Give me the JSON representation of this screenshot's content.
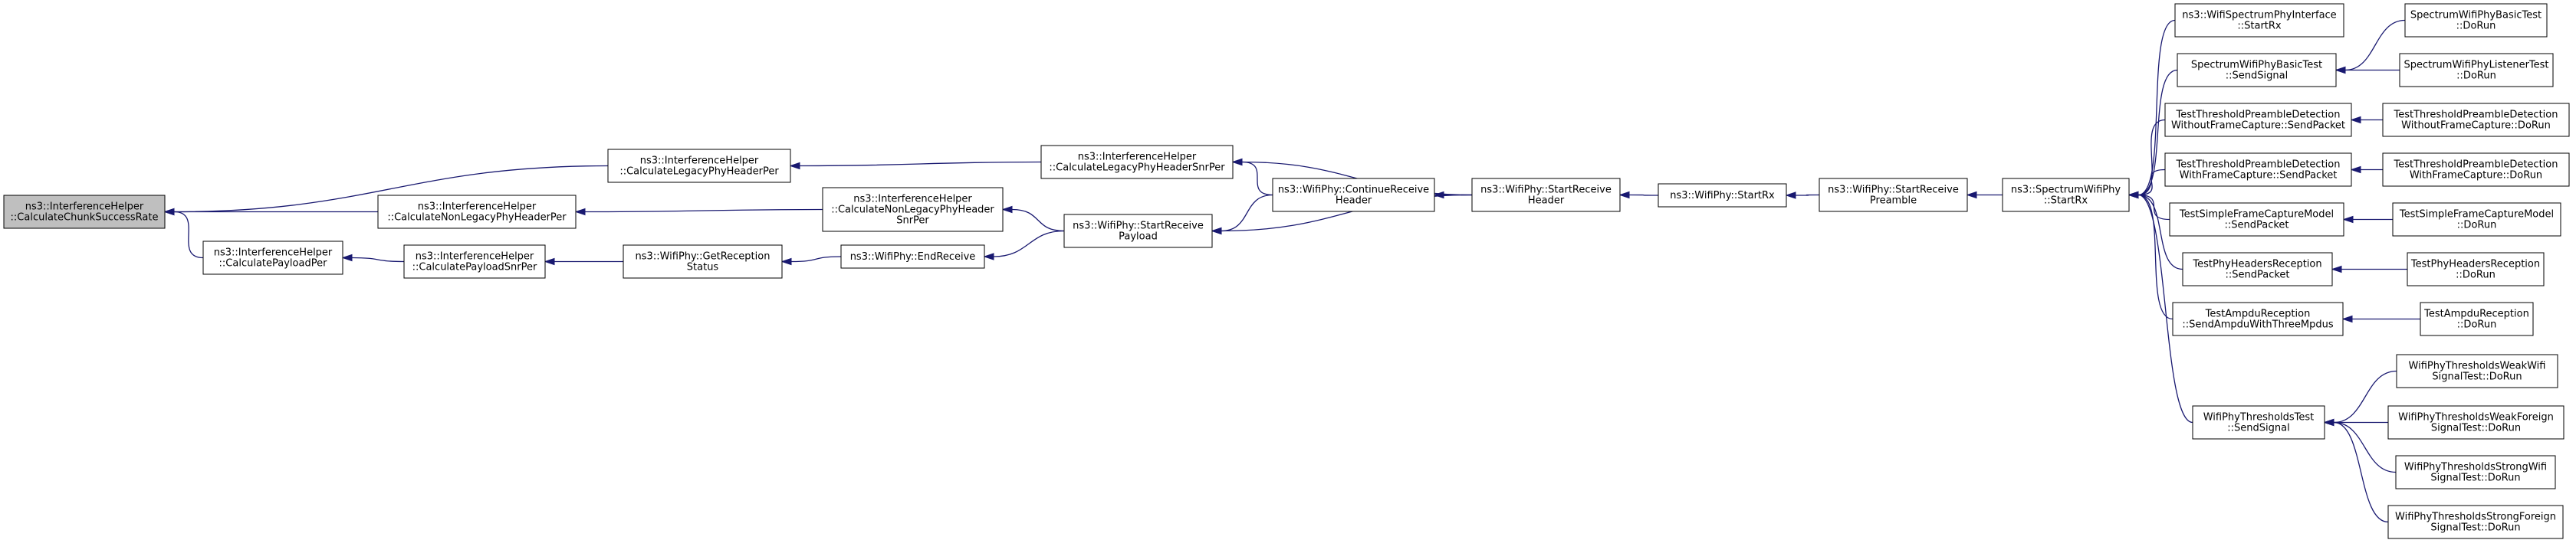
{
  "colors": {
    "node_fill": "#ffffff",
    "root_fill": "#bfbfbf",
    "edge": "#191970",
    "border": "#000000"
  },
  "nodes": [
    {
      "id": "n0",
      "lines": [
        "ns3::InterferenceHelper",
        "::CalculateChunkSuccessRate"
      ],
      "root": true
    },
    {
      "id": "n1",
      "lines": [
        "ns3::InterferenceHelper",
        "::CalculateLegacyPhyHeaderPer"
      ]
    },
    {
      "id": "n2",
      "lines": [
        "ns3::InterferenceHelper",
        "::CalculateNonLegacyPhyHeaderPer"
      ]
    },
    {
      "id": "n3",
      "lines": [
        "ns3::InterferenceHelper",
        "::CalculatePayloadPer"
      ]
    },
    {
      "id": "n4",
      "lines": [
        "ns3::InterferenceHelper",
        "::CalculatePayloadSnrPer"
      ]
    },
    {
      "id": "n5",
      "lines": [
        "ns3::WifiPhy::GetReception",
        "Status"
      ]
    },
    {
      "id": "n6",
      "lines": [
        "ns3::InterferenceHelper",
        "::CalculateNonLegacyPhyHeader",
        "SnrPer"
      ]
    },
    {
      "id": "n7",
      "lines": [
        "ns3::WifiPhy::EndReceive"
      ]
    },
    {
      "id": "n8",
      "lines": [
        "ns3::InterferenceHelper",
        "::CalculateLegacyPhyHeaderSnrPer"
      ]
    },
    {
      "id": "n9",
      "lines": [
        "ns3::WifiPhy::StartReceive",
        "Payload"
      ]
    },
    {
      "id": "n10",
      "lines": [
        "ns3::WifiPhy::ContinueReceive",
        "Header"
      ]
    },
    {
      "id": "n11",
      "lines": [
        "ns3::WifiPhy::StartReceive",
        "Header"
      ]
    },
    {
      "id": "n12",
      "lines": [
        "ns3::WifiPhy::StartRx"
      ]
    },
    {
      "id": "n13",
      "lines": [
        "ns3::WifiPhy::StartReceive",
        "Preamble"
      ]
    },
    {
      "id": "n14",
      "lines": [
        "ns3::SpectrumWifiPhy",
        "::StartRx"
      ]
    },
    {
      "id": "n15",
      "lines": [
        "ns3::WifiSpectrumPhyInterface",
        "::StartRx"
      ]
    },
    {
      "id": "n16",
      "lines": [
        "SpectrumWifiPhyBasicTest",
        "::SendSignal"
      ]
    },
    {
      "id": "n17",
      "lines": [
        "TestThresholdPreambleDetection",
        "WithoutFrameCapture::SendPacket"
      ]
    },
    {
      "id": "n18",
      "lines": [
        "TestThresholdPreambleDetection",
        "WithFrameCapture::SendPacket"
      ]
    },
    {
      "id": "n19",
      "lines": [
        "TestSimpleFrameCaptureModel",
        "::SendPacket"
      ]
    },
    {
      "id": "n20",
      "lines": [
        "TestPhyHeadersReception",
        "::SendPacket"
      ]
    },
    {
      "id": "n21",
      "lines": [
        "TestAmpduReception",
        "::SendAmpduWithThreeMpdus"
      ]
    },
    {
      "id": "n22",
      "lines": [
        "WifiPhyThresholdsTest",
        "::SendSignal"
      ]
    },
    {
      "id": "n23",
      "lines": [
        "SpectrumWifiPhyBasicTest",
        "::DoRun"
      ]
    },
    {
      "id": "n24",
      "lines": [
        "SpectrumWifiPhyListenerTest",
        "::DoRun"
      ]
    },
    {
      "id": "n25",
      "lines": [
        "TestThresholdPreambleDetection",
        "WithoutFrameCapture::DoRun"
      ]
    },
    {
      "id": "n26",
      "lines": [
        "TestThresholdPreambleDetection",
        "WithFrameCapture::DoRun"
      ]
    },
    {
      "id": "n27",
      "lines": [
        "TestSimpleFrameCaptureModel",
        "::DoRun"
      ]
    },
    {
      "id": "n28",
      "lines": [
        "TestPhyHeadersReception",
        "::DoRun"
      ]
    },
    {
      "id": "n29",
      "lines": [
        "TestAmpduReception",
        "::DoRun"
      ]
    },
    {
      "id": "n30",
      "lines": [
        "WifiPhyThresholdsWeakWifi",
        "SignalTest::DoRun"
      ]
    },
    {
      "id": "n31",
      "lines": [
        "WifiPhyThresholdsWeakForeign",
        "SignalTest::DoRun"
      ]
    },
    {
      "id": "n32",
      "lines": [
        "WifiPhyThresholdsStrongWifi",
        "SignalTest::DoRun"
      ]
    },
    {
      "id": "n33",
      "lines": [
        "WifiPhyThresholdsStrongForeign",
        "SignalTest::DoRun"
      ]
    }
  ],
  "edges": [
    [
      "n1",
      "n0"
    ],
    [
      "n2",
      "n0"
    ],
    [
      "n3",
      "n0"
    ],
    [
      "n8",
      "n1"
    ],
    [
      "n6",
      "n2"
    ],
    [
      "n4",
      "n3"
    ],
    [
      "n5",
      "n4"
    ],
    [
      "n7",
      "n5"
    ],
    [
      "n9",
      "n7"
    ],
    [
      "n9",
      "n6"
    ],
    [
      "n11",
      "n8"
    ],
    [
      "n10",
      "n8"
    ],
    [
      "n10",
      "n9"
    ],
    [
      "n11",
      "n9"
    ],
    [
      "n11",
      "n10"
    ],
    [
      "n12",
      "n11"
    ],
    [
      "n13",
      "n12"
    ],
    [
      "n14",
      "n13"
    ],
    [
      "n15",
      "n14"
    ],
    [
      "n16",
      "n14"
    ],
    [
      "n17",
      "n14"
    ],
    [
      "n18",
      "n14"
    ],
    [
      "n19",
      "n14"
    ],
    [
      "n20",
      "n14"
    ],
    [
      "n21",
      "n14"
    ],
    [
      "n22",
      "n14"
    ],
    [
      "n23",
      "n16"
    ],
    [
      "n24",
      "n16"
    ],
    [
      "n25",
      "n17"
    ],
    [
      "n26",
      "n18"
    ],
    [
      "n27",
      "n19"
    ],
    [
      "n28",
      "n20"
    ],
    [
      "n29",
      "n21"
    ],
    [
      "n30",
      "n22"
    ],
    [
      "n31",
      "n22"
    ],
    [
      "n32",
      "n22"
    ],
    [
      "n33",
      "n22"
    ]
  ]
}
